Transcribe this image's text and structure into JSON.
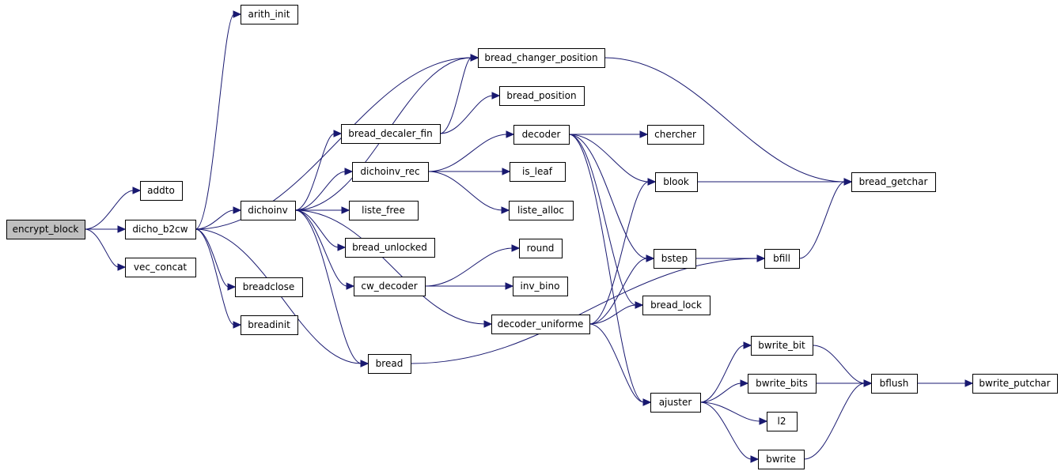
{
  "graph": {
    "nodes": [
      {
        "id": "encrypt_block",
        "label": "encrypt_block",
        "root": true
      },
      {
        "id": "addto",
        "label": "addto"
      },
      {
        "id": "dicho_b2cw",
        "label": "dicho_b2cw"
      },
      {
        "id": "vec_concat",
        "label": "vec_concat"
      },
      {
        "id": "arith_init",
        "label": "arith_init"
      },
      {
        "id": "dichoinv",
        "label": "dichoinv"
      },
      {
        "id": "breadclose",
        "label": "breadclose"
      },
      {
        "id": "breadinit",
        "label": "breadinit"
      },
      {
        "id": "bread_changer_position",
        "label": "bread_changer_position"
      },
      {
        "id": "bread_decaler_fin",
        "label": "bread_decaler_fin"
      },
      {
        "id": "dichoinv_rec",
        "label": "dichoinv_rec"
      },
      {
        "id": "liste_free",
        "label": "liste_free"
      },
      {
        "id": "bread_unlocked",
        "label": "bread_unlocked"
      },
      {
        "id": "cw_decoder",
        "label": "cw_decoder"
      },
      {
        "id": "bread",
        "label": "bread"
      },
      {
        "id": "bread_position",
        "label": "bread_position"
      },
      {
        "id": "decoder",
        "label": "decoder"
      },
      {
        "id": "is_leaf",
        "label": "is_leaf"
      },
      {
        "id": "liste_alloc",
        "label": "liste_alloc"
      },
      {
        "id": "round",
        "label": "round"
      },
      {
        "id": "inv_bino",
        "label": "inv_bino"
      },
      {
        "id": "decoder_uniforme",
        "label": "decoder_uniforme"
      },
      {
        "id": "chercher",
        "label": "chercher"
      },
      {
        "id": "blook",
        "label": "blook"
      },
      {
        "id": "bstep",
        "label": "bstep"
      },
      {
        "id": "bread_lock",
        "label": "bread_lock"
      },
      {
        "id": "ajuster",
        "label": "ajuster"
      },
      {
        "id": "bfill",
        "label": "bfill"
      },
      {
        "id": "bread_getchar",
        "label": "bread_getchar"
      },
      {
        "id": "bwrite_bit",
        "label": "bwrite_bit"
      },
      {
        "id": "bwrite_bits",
        "label": "bwrite_bits"
      },
      {
        "id": "l2",
        "label": "l2"
      },
      {
        "id": "bwrite",
        "label": "bwrite"
      },
      {
        "id": "bflush",
        "label": "bflush"
      },
      {
        "id": "bwrite_putchar",
        "label": "bwrite_putchar"
      }
    ],
    "edges": [
      [
        "encrypt_block",
        "addto"
      ],
      [
        "encrypt_block",
        "dicho_b2cw"
      ],
      [
        "encrypt_block",
        "vec_concat"
      ],
      [
        "dicho_b2cw",
        "arith_init"
      ],
      [
        "dicho_b2cw",
        "bread_changer_position"
      ],
      [
        "dicho_b2cw",
        "dichoinv"
      ],
      [
        "dicho_b2cw",
        "breadclose"
      ],
      [
        "dicho_b2cw",
        "breadinit"
      ],
      [
        "dicho_b2cw",
        "bread"
      ],
      [
        "dichoinv",
        "bread_changer_position"
      ],
      [
        "dichoinv",
        "bread_decaler_fin"
      ],
      [
        "dichoinv",
        "dichoinv_rec"
      ],
      [
        "dichoinv",
        "liste_free"
      ],
      [
        "dichoinv",
        "bread_unlocked"
      ],
      [
        "dichoinv",
        "cw_decoder"
      ],
      [
        "dichoinv",
        "decoder_uniforme"
      ],
      [
        "dichoinv",
        "bread"
      ],
      [
        "bread_decaler_fin",
        "bread_changer_position"
      ],
      [
        "bread_decaler_fin",
        "bread_position"
      ],
      [
        "dichoinv_rec",
        "decoder"
      ],
      [
        "dichoinv_rec",
        "is_leaf"
      ],
      [
        "dichoinv_rec",
        "liste_alloc"
      ],
      [
        "cw_decoder",
        "round"
      ],
      [
        "cw_decoder",
        "inv_bino"
      ],
      [
        "decoder",
        "chercher"
      ],
      [
        "decoder",
        "blook"
      ],
      [
        "decoder",
        "bstep"
      ],
      [
        "decoder",
        "bread_lock"
      ],
      [
        "decoder",
        "ajuster"
      ],
      [
        "decoder_uniforme",
        "blook"
      ],
      [
        "decoder_uniforme",
        "bstep"
      ],
      [
        "decoder_uniforme",
        "bread_lock"
      ],
      [
        "decoder_uniforme",
        "ajuster"
      ],
      [
        "bread",
        "bfill"
      ],
      [
        "bread_changer_position",
        "bread_getchar"
      ],
      [
        "blook",
        "bread_getchar"
      ],
      [
        "bstep",
        "bfill"
      ],
      [
        "bfill",
        "bread_getchar"
      ],
      [
        "ajuster",
        "bwrite_bit"
      ],
      [
        "ajuster",
        "bwrite_bits"
      ],
      [
        "ajuster",
        "l2"
      ],
      [
        "ajuster",
        "bwrite"
      ],
      [
        "bwrite_bit",
        "bflush"
      ],
      [
        "bwrite_bits",
        "bflush"
      ],
      [
        "bwrite",
        "bflush"
      ],
      [
        "bflush",
        "bwrite_putchar"
      ]
    ]
  }
}
